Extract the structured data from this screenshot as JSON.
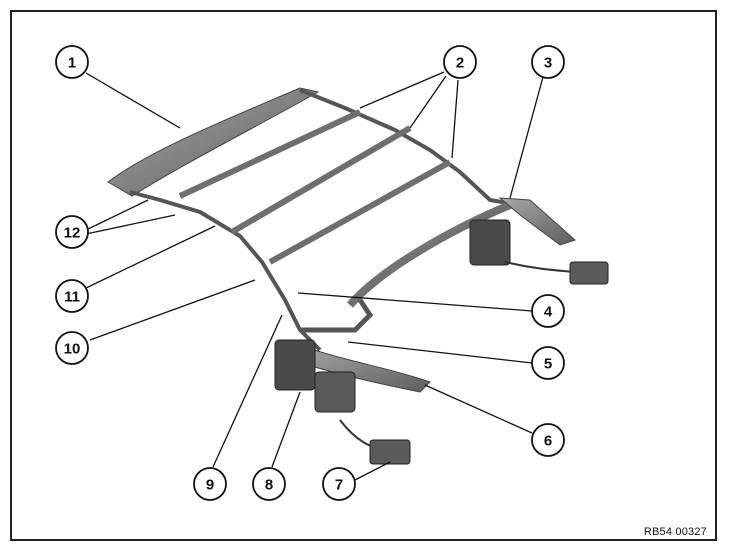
{
  "diagram": {
    "callouts": [
      {
        "id": "1",
        "label": "1"
      },
      {
        "id": "2",
        "label": "2"
      },
      {
        "id": "3",
        "label": "3"
      },
      {
        "id": "4",
        "label": "4"
      },
      {
        "id": "5",
        "label": "5"
      },
      {
        "id": "6",
        "label": "6"
      },
      {
        "id": "7",
        "label": "7"
      },
      {
        "id": "8",
        "label": "8"
      },
      {
        "id": "9",
        "label": "9"
      },
      {
        "id": "10",
        "label": "10"
      },
      {
        "id": "11",
        "label": "11"
      },
      {
        "id": "12",
        "label": "12"
      }
    ],
    "reference_code": "RB54 00327"
  }
}
